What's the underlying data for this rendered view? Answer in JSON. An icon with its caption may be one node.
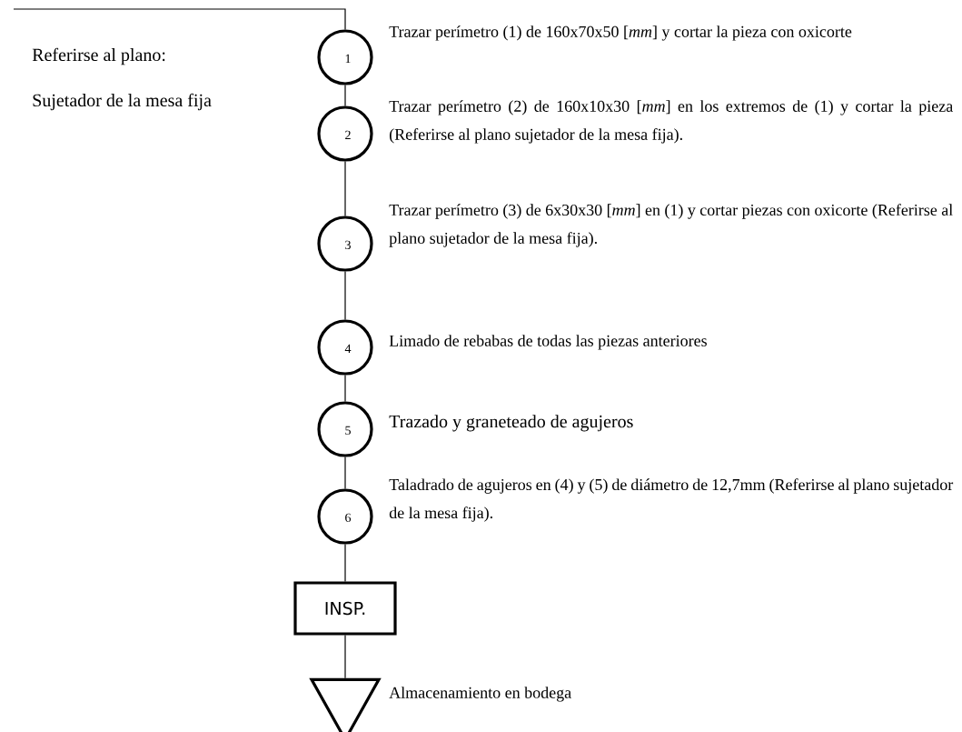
{
  "diagram": {
    "nodes": [
      {
        "text": [
          "1"
        ],
        "beside": [
          "Trazar perímetro (1) de 160x70x50 [*mm*]  y cortar la pieza con oxicorte"
        ]
      },
      {
        "text": [
          "2"
        ],
        "beside": [
          "Trazar perímetro (2) de 160x10x30 [*mm*]  en los extremos de (1) y cortar la pieza (Referirse al plano sujetador de la mesa fija)."
        ]
      },
      {
        "text": [
          "3"
        ],
        "beside": [
          "Trazar perímetro (3) de 6x30x30 [*mm*]  en (1) y cortar piezas con oxicorte (Referirse al plano sujetador de la mesa fija)."
        ]
      },
      {
        "text": [
          "4"
        ],
        "beside": [
          "Limado de rebabas de todas las piezas anteriores"
        ]
      },
      {
        "text": [
          "5"
        ],
        "beside": [
          "Trazado y graneteado de agujeros"
        ]
      },
      {
        "text": [
          "6"
        ],
        "beside": [
          "Taladrado de agujeros en (4) y (5) de diámetro de 12,7mm (Referirse al plano sujetador de la mesa fija)."
        ]
      },
      {
        "text": [
          "INSP."
        ]
      },
      {
        "text": [],
        "shape": "triangle",
        "beside": [
          "Almacenamiento en bodega"
        ]
      }
    ],
    "edges": [
      {
        "from": null,
        "to": 0,
        "arrow": "none"
      },
      {
        "from": 0,
        "to": 1,
        "arrow": "none"
      },
      {
        "from": 1,
        "to": 2,
        "arrow": "none"
      },
      {
        "from": 2,
        "to": 3,
        "arrow": "none"
      },
      {
        "from": 3,
        "to": 4,
        "arrow": "none"
      },
      {
        "from": 4,
        "to": 5,
        "arrow": "none"
      },
      {
        "from": 5,
        "to": 6,
        "arrow": "none"
      },
      {
        "from": 6,
        "to": 7,
        "arrow": "none"
      }
    ],
    "labels": [
      "Referirse al plano:",
      "Sujetador de la mesa fija"
    ]
  }
}
